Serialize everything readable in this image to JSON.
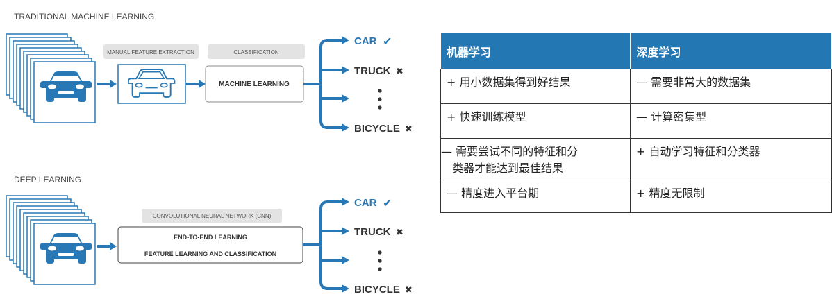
{
  "traditional": {
    "title": "TRADITIONAL MACHINE LEARNING",
    "tag_feature": "MANUAL FEATURE EXTRACTION",
    "tag_classification": "CLASSIFICATION",
    "box_label": "MACHINE LEARNING",
    "outputs": [
      "CAR",
      "TRUCK",
      "BICYCLE"
    ],
    "marks": [
      "check",
      "x",
      "x"
    ]
  },
  "deep": {
    "title": "DEEP LEARNING",
    "tag_cnn": "CONVOLUTIONAL NEURAL NETWORK (CNN)",
    "box_line1": "END-TO-END LEARNING",
    "box_line2": "FEATURE LEARNING AND CLASSIFICATION",
    "outputs": [
      "CAR",
      "TRUCK",
      "BICYCLE"
    ],
    "marks": [
      "check",
      "x",
      "x"
    ]
  },
  "symbols": {
    "check": "✔",
    "x": "✖",
    "dots": "⋮"
  },
  "icons": [
    "car-icon",
    "check-icon",
    "x-icon",
    "ellipsis-icon",
    "arrow-icon"
  ],
  "colors": {
    "accent": "#2878b5",
    "table_header": "#2377b3",
    "tag_bg": "#e3e3e3"
  },
  "table": {
    "headers": [
      "机器学习",
      "深度学习"
    ],
    "rows": [
      [
        "+ 用小数据集得到好结果",
        "— 需要非常大的数据集"
      ],
      [
        "+ 快速训练模型",
        "— 计算密集型"
      ],
      [
        "— 需要尝试不同的特征和分\n类器才能达到最佳结果",
        "+ 自动学习特征和分类器"
      ],
      [
        "— 精度进入平台期",
        "+ 精度无限制"
      ]
    ]
  }
}
